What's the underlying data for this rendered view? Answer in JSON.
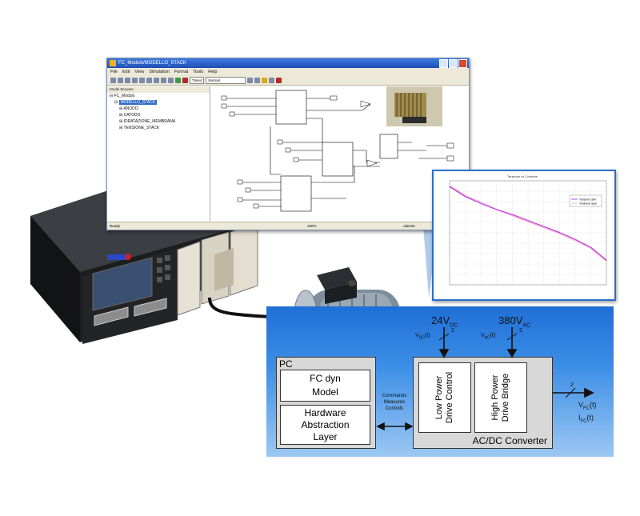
{
  "sim_window": {
    "title": "FC_Modulo/MODELLO_STACK",
    "menu": [
      "File",
      "Edit",
      "View",
      "Simulation",
      "Format",
      "Tools",
      "Help"
    ],
    "sim_time": "Time4",
    "sim_mode": "Normal",
    "browser_header": "Model Browser",
    "tree": [
      "FC_Modulo",
      "MODELLO_STACK",
      "ANODO",
      "CATODO",
      "IDRATAZIONE_MEMBRANA",
      "TENSIONE_STACK"
    ],
    "status_left": "Ready",
    "status_mid": "100%",
    "status_right": "ode15s"
  },
  "plot_window": {
    "title": "Tensione vs Corrente",
    "legend": [
      "Tensione Sim",
      "Tensione Sper"
    ],
    "colors": {
      "sim": "#a020f0",
      "sper": "#ff9fcf"
    }
  },
  "chart_data": {
    "type": "line",
    "title": "",
    "xlabel": "",
    "ylabel": "",
    "series": [
      {
        "name": "",
        "x": [
          0,
          1,
          2,
          3,
          4,
          5,
          6,
          7,
          8,
          9,
          10
        ],
        "y": [
          100,
          90,
          83,
          76,
          70,
          64,
          58,
          52,
          45,
          37,
          24
        ]
      },
      {
        "name": "",
        "x": [
          0,
          1,
          2,
          3,
          4,
          5,
          6,
          7,
          8,
          9,
          10
        ],
        "y": [
          99,
          89,
          82,
          76,
          71,
          65,
          59,
          53,
          46,
          38,
          25
        ]
      }
    ]
  },
  "diagram": {
    "pc_label": "PC",
    "fc_model": [
      "FC dyn",
      "Model"
    ],
    "hal": [
      "Hardware",
      "Abstraction",
      "Layer"
    ],
    "comm": [
      "Commands",
      "Measures",
      "Controls"
    ],
    "low_power": [
      "Low Power",
      "Drive Control"
    ],
    "high_power": [
      "High Power",
      "Drive Bridge"
    ],
    "converter": "AC/DC Converter",
    "supply_24_value": "24V",
    "supply_24_sub": "DC",
    "supply_380_value": "380V",
    "supply_380_sub": "AC",
    "vdc_label": "V",
    "vdc_sub": "DC",
    "vdc_arg": "(t)",
    "vac_label": "V",
    "vac_sub": "AC",
    "vac_arg": "(t)",
    "bus2": "2",
    "bus3": "3",
    "bus_out": "2",
    "out_v_pre": "V",
    "out_v_sub": "FC",
    "out_v_arg": "(t)",
    "out_i_pre": "I",
    "out_i_sub": "FC",
    "out_i_arg": "(t)"
  },
  "rack_logo_colors": {
    "blue": "#2a47c9",
    "red": "#c8222a"
  }
}
